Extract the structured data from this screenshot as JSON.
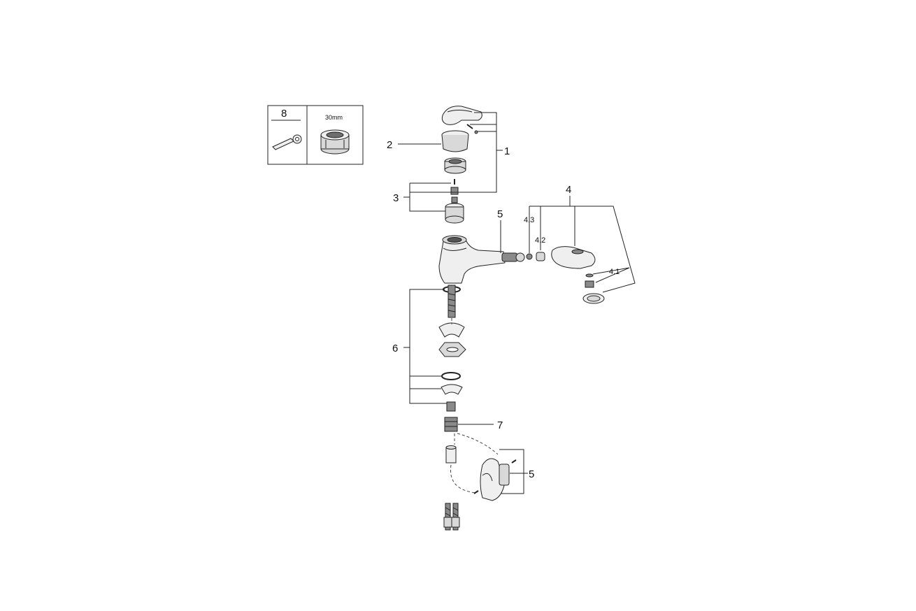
{
  "callouts": {
    "handle_set": "1",
    "handle_cover": "2",
    "cartridge_set": "3",
    "hand_shower": "4",
    "hand_shower_part_1": "4.1",
    "hand_shower_part_2": "4.2",
    "hand_shower_part_3": "4.3",
    "hose": "5",
    "hose_holder": "5",
    "fixing_set": "6",
    "valve": "7",
    "tool": "8"
  },
  "tool_box": {
    "wrench_size": "30mm"
  }
}
